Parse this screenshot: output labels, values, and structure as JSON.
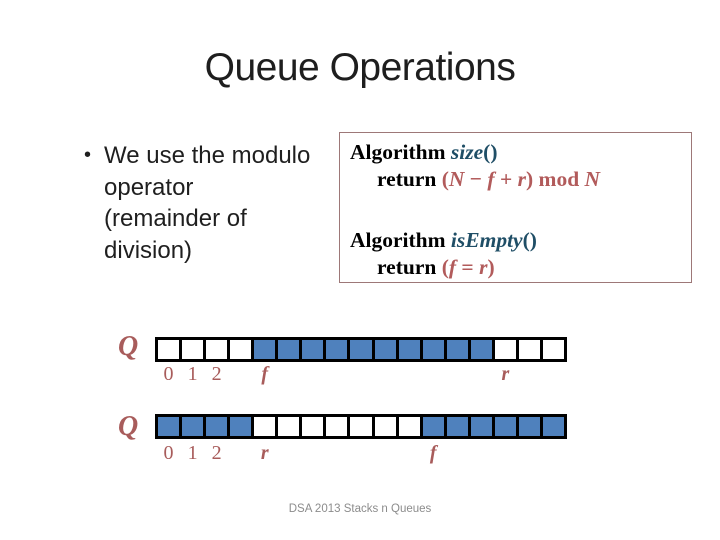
{
  "title": "Queue Operations",
  "bullet": {
    "marker": "•",
    "lines": [
      "We use the modulo",
      "operator",
      "(remainder of",
      "division)"
    ]
  },
  "algorithm_box": {
    "size_signature": {
      "keyword": "Algorithm ",
      "name": "size",
      "parens": "()"
    },
    "size_return": {
      "keyword": "return ",
      "open": "(",
      "var1": "N",
      "op1": " − ",
      "var2": "f",
      "op2": " + ",
      "var3": "r",
      "close": ") ",
      "mod": "mod ",
      "var4": "N"
    },
    "isempty_signature": {
      "keyword": "Algorithm ",
      "name": "isEmpty",
      "parens": "()"
    },
    "isempty_return": {
      "keyword": "return ",
      "open": "(",
      "var1": "f",
      "op": " = ",
      "var2": "r",
      "close": ")"
    }
  },
  "queues": [
    {
      "label": "Q",
      "cell_count": 17,
      "filled_cells": [
        4,
        5,
        6,
        7,
        8,
        9,
        10,
        11,
        12,
        13
      ],
      "markers": [
        {
          "text": "0",
          "cell": 0,
          "kind": "index"
        },
        {
          "text": "1",
          "cell": 1,
          "kind": "index"
        },
        {
          "text": "2",
          "cell": 2,
          "kind": "index"
        },
        {
          "text": "f",
          "cell": 4,
          "kind": "pointer"
        },
        {
          "text": "r",
          "cell": 14,
          "kind": "pointer"
        }
      ]
    },
    {
      "label": "Q",
      "cell_count": 17,
      "filled_cells": [
        0,
        1,
        2,
        3,
        11,
        12,
        13,
        14,
        15,
        16
      ],
      "markers": [
        {
          "text": "0",
          "cell": 0,
          "kind": "index"
        },
        {
          "text": "1",
          "cell": 1,
          "kind": "index"
        },
        {
          "text": "2",
          "cell": 2,
          "kind": "index"
        },
        {
          "text": "r",
          "cell": 4,
          "kind": "pointer"
        },
        {
          "text": "f",
          "cell": 11,
          "kind": "pointer"
        }
      ]
    }
  ],
  "footer": "DSA 2013 Stacks n Queues",
  "colors": {
    "queue_fill_blue": "#4F81BD",
    "function_name_blue": "#1F4E66",
    "math_red": "#B25B5B",
    "label_maroon": "#A85C5B",
    "box_border": "#9D7878",
    "text_dark": "#1F1F1F",
    "footer_gray": "#8C8C8C"
  }
}
